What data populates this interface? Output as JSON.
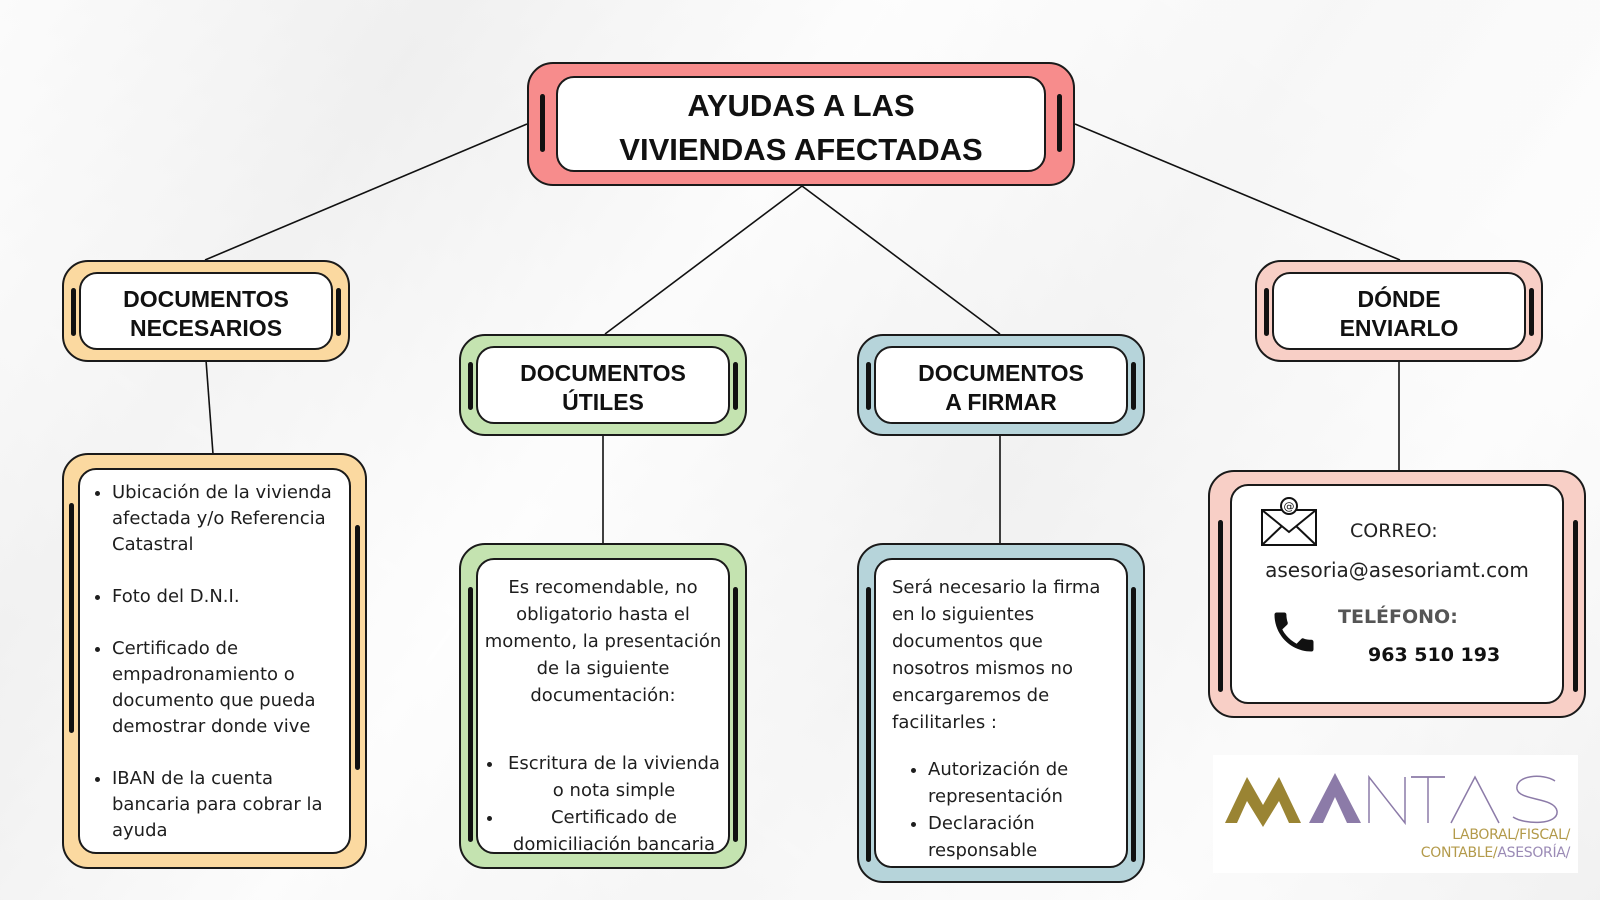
{
  "colors": {
    "root": "#f78c8c",
    "necesarios": "#fbd9a0",
    "utiles": "#c4e3b0",
    "firmar": "#b6d4da",
    "enviar": "#f8cfc6",
    "logo_gold": "#9a8433",
    "logo_purple": "#8c7ba8"
  },
  "root": {
    "line1": "AYUDAS A LAS",
    "line2": "VIVIENDAS AFECTADAS"
  },
  "branches": {
    "necesarios": {
      "title_line1": "DOCUMENTOS",
      "title_line2": "NECESARIOS",
      "items": [
        "Ubicación de la vivienda afectada y/o Referencia Catastral",
        "Foto del D.N.I.",
        "Certificado de empadronamiento o documento que pueda demostrar donde vive",
        "IBAN de la cuenta bancaria para cobrar la ayuda"
      ]
    },
    "utiles": {
      "title_line1": "DOCUMENTOS",
      "title_line2": "ÚTILES",
      "intro": "Es recomendable, no obligatorio hasta el momento, la presentación de la  siguiente documentación:",
      "items": [
        "Escritura de la vivienda o nota simple",
        "Certificado de domiciliación bancaria"
      ]
    },
    "firmar": {
      "title_line1": "DOCUMENTOS",
      "title_line2": "A FIRMAR",
      "intro": "Será necesario la firma en lo siguientes documentos que nosotros mismos no encargaremos de facilitarles :",
      "items": [
        "Autorización de representación",
        "Declaración responsable"
      ]
    },
    "enviar": {
      "title_line1": "DÓNDE",
      "title_line2": "ENVIARLO",
      "email_label": "CORREO:",
      "email": "asesoria@asesoriamt.com",
      "phone_label": "TELÉFONO:",
      "phone": "963 510 193",
      "email_icon": "envelope-at-icon",
      "phone_icon": "phone-icon"
    }
  },
  "logo": {
    "text_outline": "NTAS",
    "tagline1": "LABORAL/FISCAL/",
    "tagline2_a": "CONTABLE/",
    "tagline2_b": "ASESORÍA/"
  }
}
